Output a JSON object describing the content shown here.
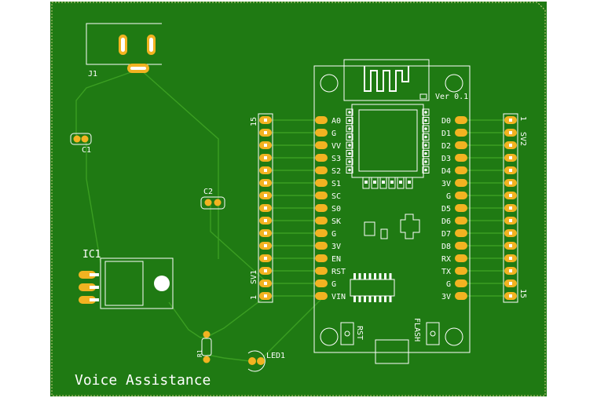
{
  "board": {
    "title": "Voice Assistance",
    "colors": {
      "pcb": "#1f7a13",
      "copper_trace": "#3b9e22",
      "pad": "#f2b321",
      "silkscreen": "#ffffff",
      "outline": "#d4d08a"
    }
  },
  "components": {
    "j1": "J1",
    "c1": "C1",
    "c2": "C2",
    "ic1": "IC1",
    "r1": "R1",
    "led1": "LED1",
    "sv1": "SV1",
    "sv2": "SV2",
    "sv1_pin_top": "15",
    "sv1_pin_bottom": "1",
    "sv2_pin_top": "1",
    "sv2_pin_bottom": "15"
  },
  "module": {
    "version": "Ver 0.1",
    "rst_label": "RST",
    "flash_label": "FLASH",
    "left_pins": [
      "A0",
      "G",
      "VV",
      "S3",
      "S2",
      "S1",
      "SC",
      "S0",
      "SK",
      "G",
      "3V",
      "EN",
      "RST",
      "G",
      "VIN"
    ],
    "right_pins": [
      "D0",
      "D1",
      "D2",
      "D3",
      "D4",
      "3V",
      "G",
      "D5",
      "D6",
      "D7",
      "D8",
      "RX",
      "TX",
      "G",
      "3V"
    ]
  }
}
